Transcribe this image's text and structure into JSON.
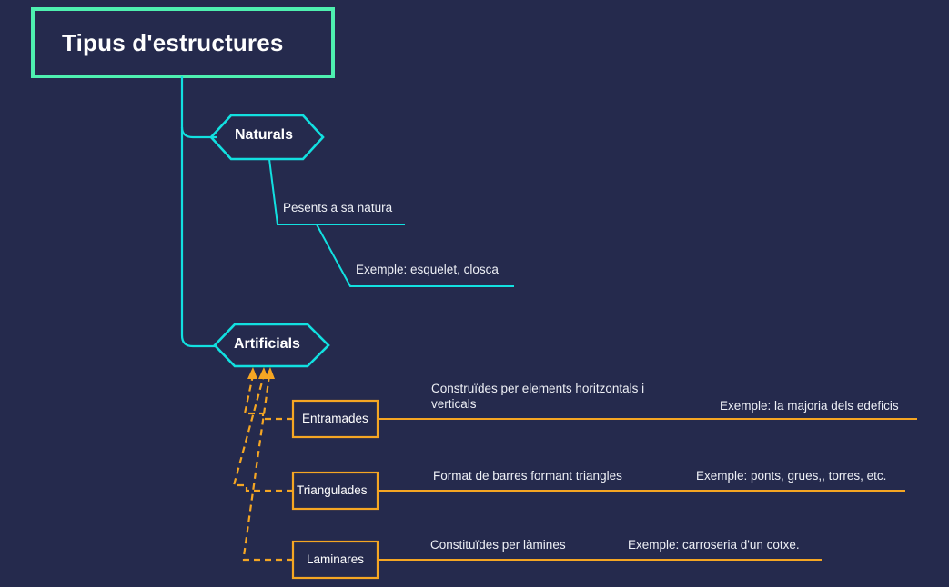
{
  "colors": {
    "background": "#252a4d",
    "root_border": "#4ef0b0",
    "branch_cyan": "#12e0e0",
    "branch_orange": "#f5a623",
    "text_primary": "#ffffff",
    "text_secondary": "#eef0f6"
  },
  "root": {
    "label": "Tipus d'estructures"
  },
  "branches": [
    {
      "id": "naturals",
      "label": "Naturals",
      "shape": "hexagon",
      "color": "#12e0e0",
      "leaves": [
        {
          "id": "naturals-desc",
          "text": "Pesents a sa natura"
        },
        {
          "id": "naturals-example",
          "text": "Exemple: esquelet, closca"
        }
      ]
    },
    {
      "id": "artificials",
      "label": "Artificials",
      "shape": "hexagon",
      "color": "#12e0e0",
      "children": [
        {
          "id": "entramades",
          "label": "Entramades",
          "shape": "rectangle",
          "color": "#f5a623",
          "description": "Construïdes per elements horitzontals i verticals",
          "example": "Exemple: la majoria dels edeficis"
        },
        {
          "id": "triangulades",
          "label": "Triangulades",
          "shape": "rectangle",
          "color": "#f5a623",
          "description": "Format de barres formant triangles",
          "example": "Exemple: ponts, grues,, torres, etc."
        },
        {
          "id": "laminares",
          "label": "Laminares",
          "shape": "rectangle",
          "color": "#f5a623",
          "description": "Constituïdes per làmines",
          "example": "Exemple: carroseria d'un cotxe."
        }
      ]
    }
  ]
}
